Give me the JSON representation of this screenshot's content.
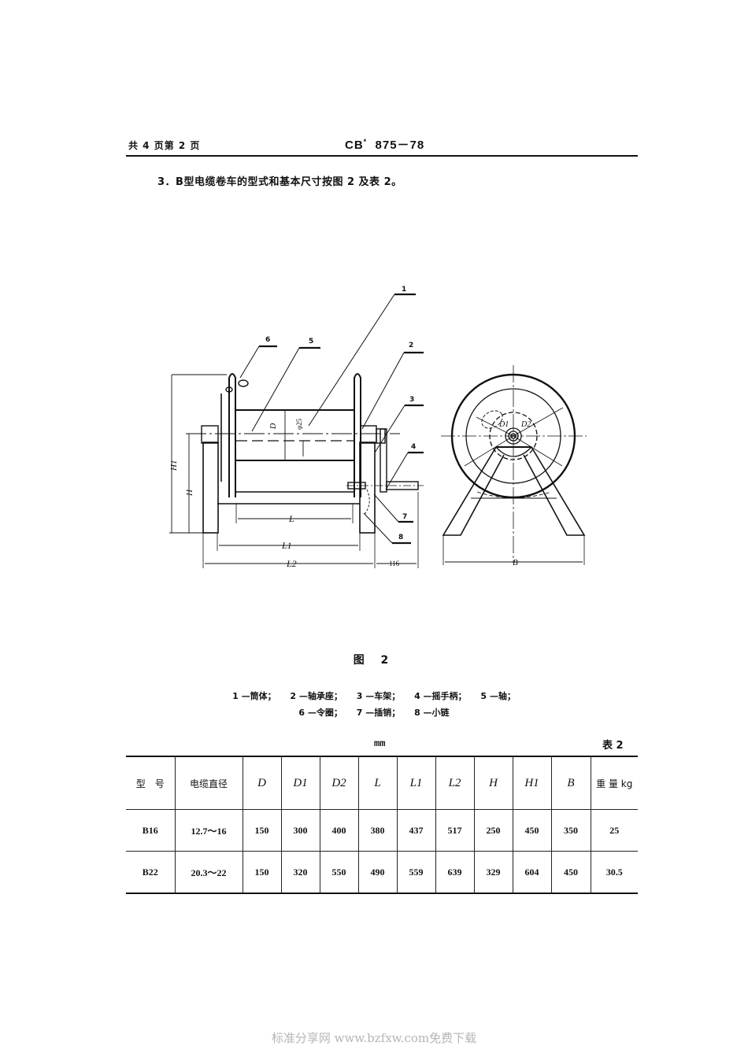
{
  "header": {
    "page_info": "共 4 页第 2 页",
    "standard_code": "CB",
    "standard_mark": "*",
    "standard_number": "875－78"
  },
  "section": {
    "text": "3．B型电缆卷车的型式和基本尺寸按图 2 及表 2。"
  },
  "figure": {
    "caption": "图 2",
    "callouts": [
      "1",
      "2",
      "3",
      "4",
      "5",
      "6",
      "7",
      "8"
    ],
    "dimension_labels": {
      "D": "D",
      "phi25": "φ25",
      "H": "H",
      "H1": "H1",
      "L": "L",
      "L1": "L1",
      "L2": "L2",
      "crank_offset": "116",
      "B": "B",
      "D1": "D1",
      "D2": "D2"
    },
    "legend_row1": [
      "1 —筒体；",
      "2 —轴承座；",
      "3 —车架；",
      "4 —摇手柄；",
      "5 —轴；"
    ],
    "legend_row2": [
      "6 —令圈；",
      "7 —插销；",
      "8 —小链"
    ]
  },
  "table": {
    "unit": "mm",
    "label": "表 2",
    "columns": [
      "型　号",
      "电缆直径",
      "D",
      "D1",
      "D2",
      "L",
      "L1",
      "L2",
      "H",
      "H1",
      "B",
      "重 量 kg"
    ],
    "rows": [
      [
        "B16",
        "12.7～16",
        "150",
        "300",
        "400",
        "380",
        "437",
        "517",
        "250",
        "450",
        "350",
        "25"
      ],
      [
        "B22",
        "20.3～22",
        "150",
        "320",
        "550",
        "490",
        "559",
        "639",
        "329",
        "604",
        "450",
        "30.5"
      ]
    ]
  },
  "footer": {
    "watermark": "标准分享网 www.bzfxw.com免费下载"
  }
}
